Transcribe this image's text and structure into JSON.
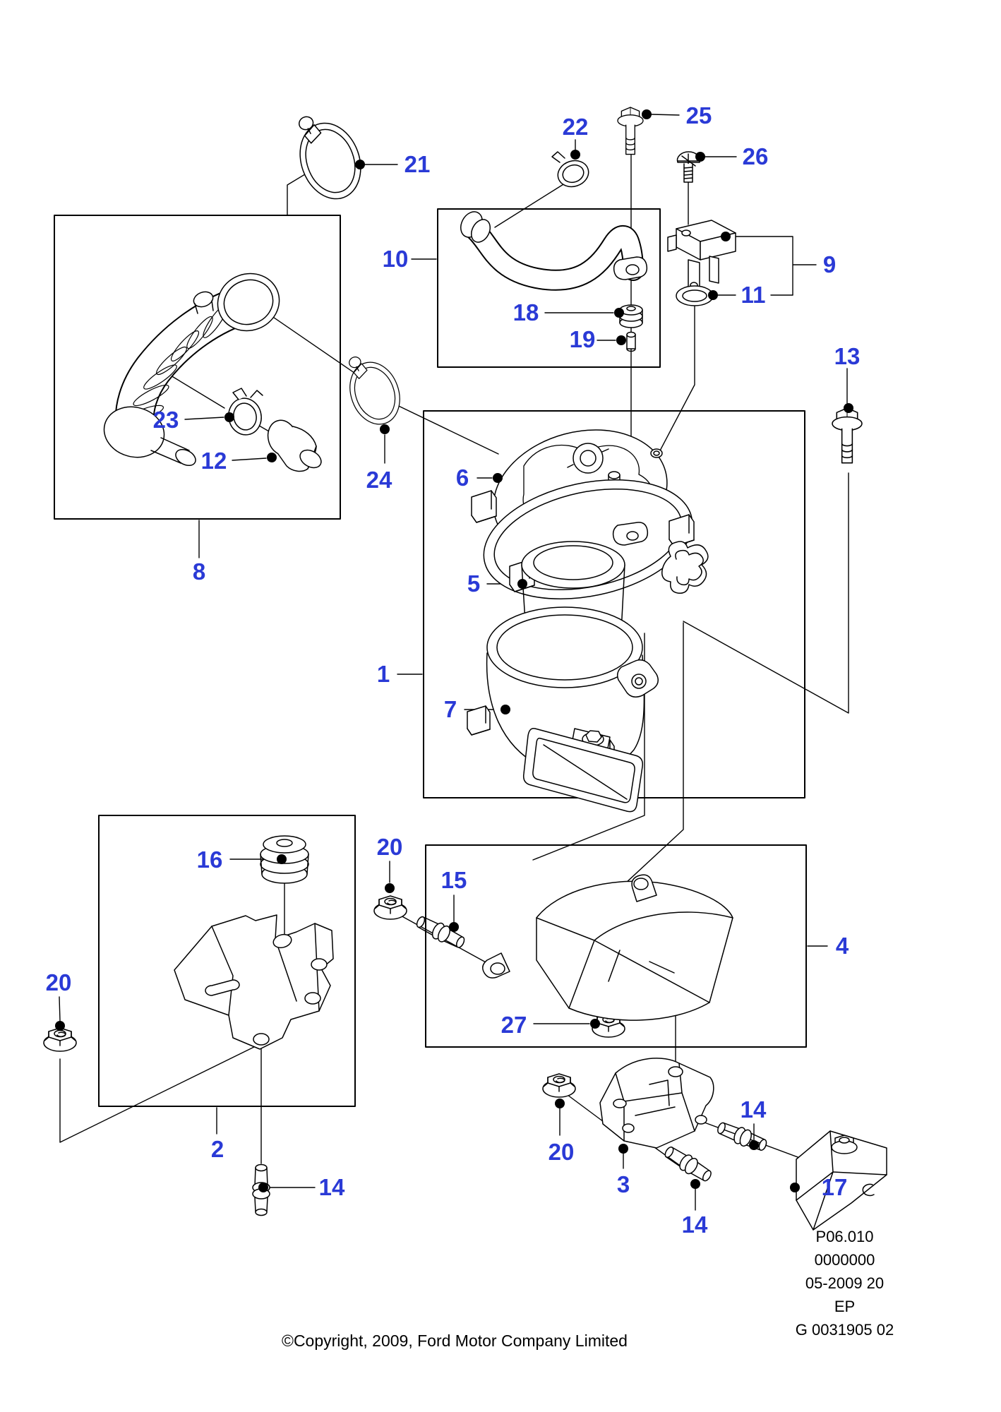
{
  "diagram_title": "Air cleaner exploded parts diagram",
  "callouts": {
    "c1": "1",
    "c2": "2",
    "c3": "3",
    "c4": "4",
    "c5": "5",
    "c6": "6",
    "c7": "7",
    "c8": "8",
    "c9": "9",
    "c10": "10",
    "c11": "11",
    "c12": "12",
    "c13": "13",
    "c14": "14",
    "c15": "15",
    "c16": "16",
    "c17": "17",
    "c18": "18",
    "c19": "19",
    "c20": "20",
    "c21": "21",
    "c22": "22",
    "c23": "23",
    "c24": "24",
    "c25": "25",
    "c26": "26",
    "c27": "27"
  },
  "plate": {
    "line1": "P06.010",
    "line2": "0000000",
    "line3": "05-2009 20",
    "line4": "EP",
    "line5": "G 0031905 02"
  },
  "footer": {
    "copyright": "©Copyright, 2009, Ford Motor Company Limited"
  },
  "colors": {
    "callout_blue": "#2a3ad6",
    "line_black": "#000000",
    "background": "#ffffff"
  }
}
